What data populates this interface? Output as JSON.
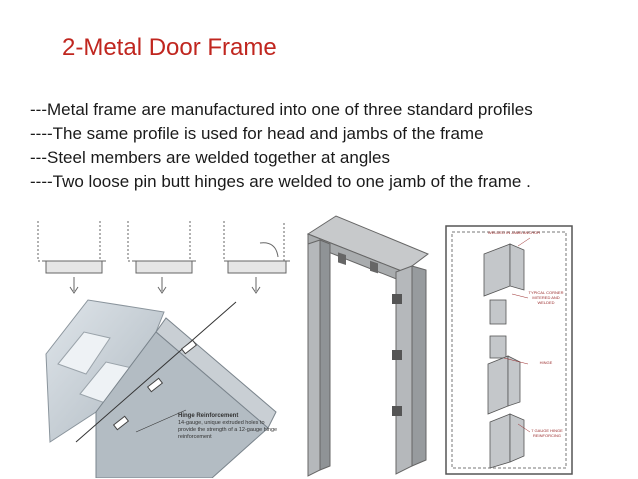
{
  "slide": {
    "title": "2-Metal Door Frame",
    "bullets": [
      " ---Metal frame are manufactured into one of three standard profiles",
      "----The same profile is used for head and jambs of the frame",
      "---Steel members are welded together at angles",
      "----Two loose pin butt hinges are welded to one jamb of the frame ."
    ]
  },
  "hinge_figure": {
    "caption_title": "Hinge Reinforcement",
    "caption_text": "14-gauge, unique extruded holes to provide the strength of a 12-gauge hinge reinforcement"
  },
  "detail_figure": {
    "labels": [
      "WELDED IN JAMB ANCHOR",
      "TYPICAL CORNER MITERED AND WELDED",
      "HINGE",
      "7 GAUGE HINGE REINFORCING"
    ]
  },
  "colors": {
    "title": "#c0261f",
    "text": "#1a1a1a",
    "line_art": "#555555",
    "accent_gray": "#b9b9b9"
  }
}
